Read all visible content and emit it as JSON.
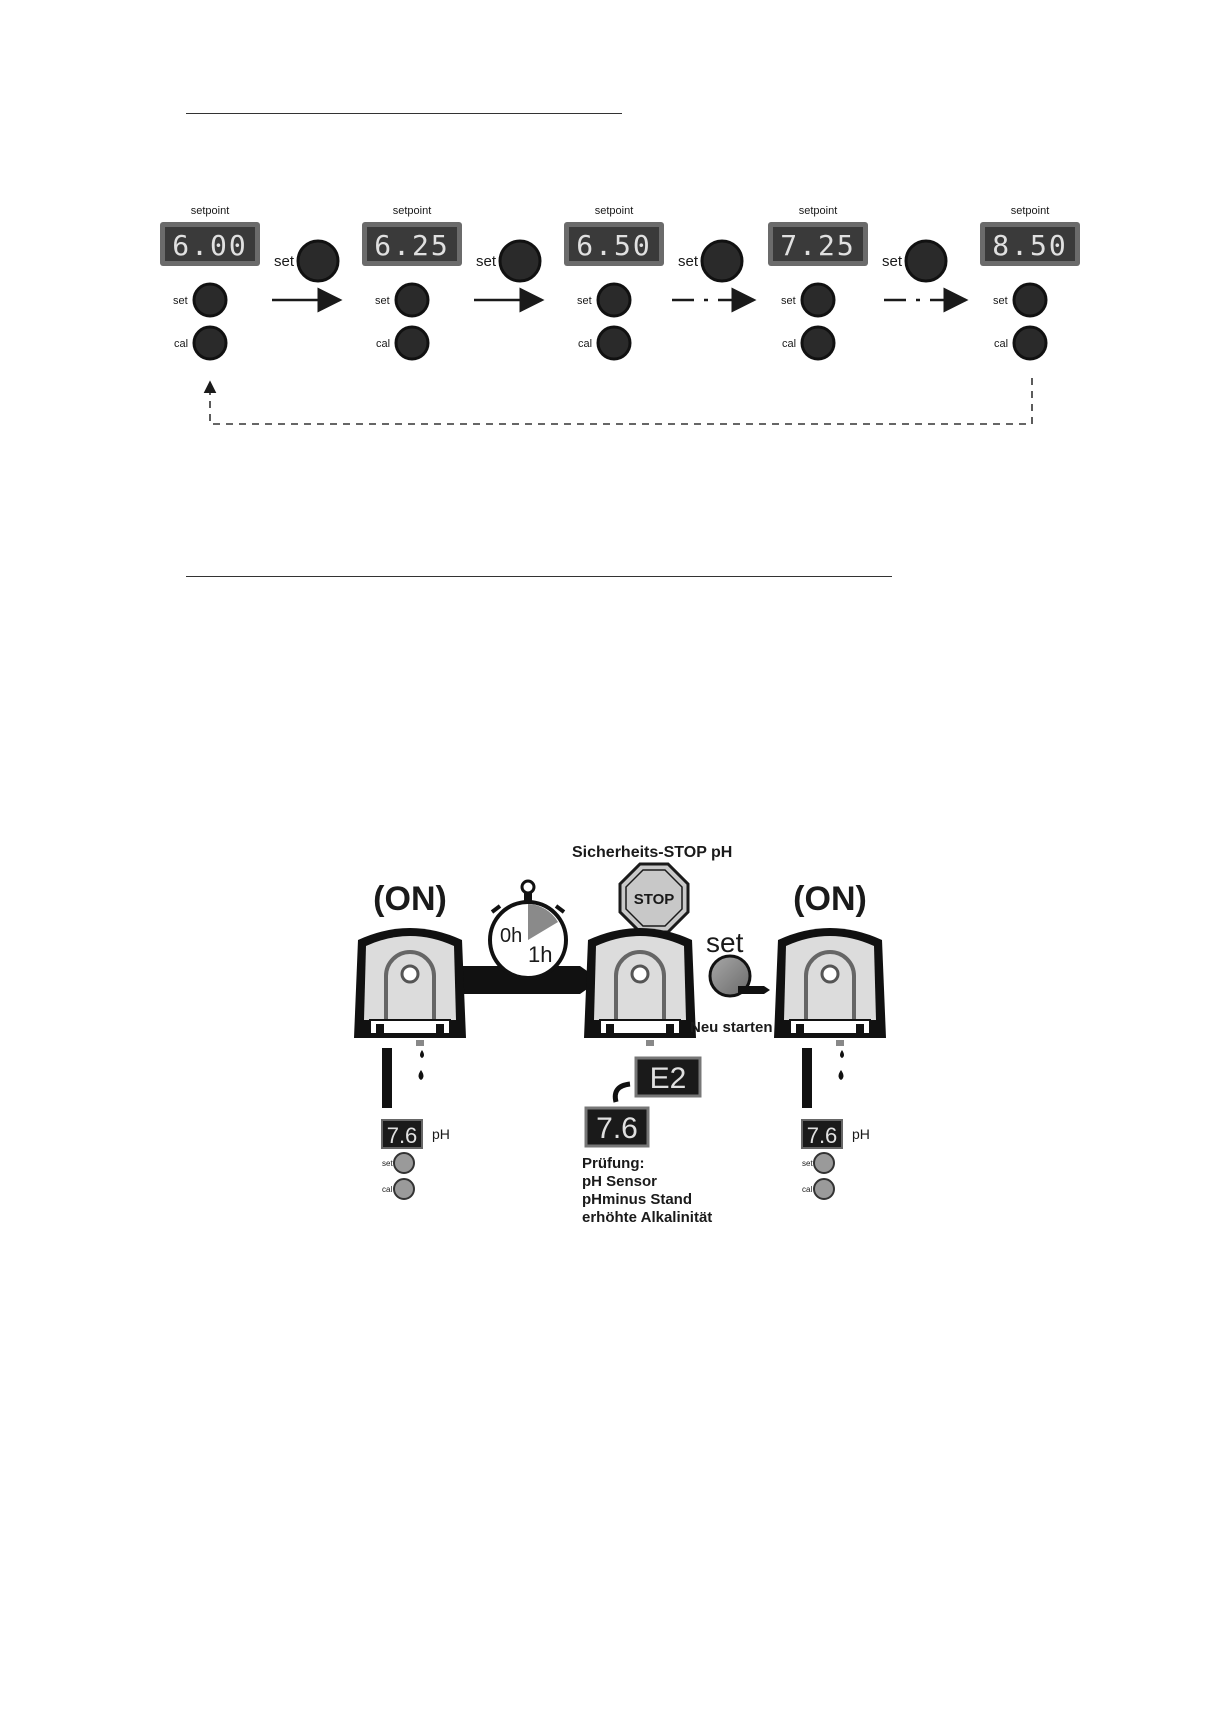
{
  "colors": {
    "ink": "#1a1a1a",
    "lcd_frame": "#6b6b6b",
    "lcd_face": "#3a3a3a",
    "segment": "#e0e0e0",
    "pump_body": "#dcdcdc",
    "stop_sign": "#c8c8c8",
    "grey_button": "#8a8a8a"
  },
  "setpoint_sequence": {
    "stages": [
      {
        "label": "setpoint",
        "display": "6.00",
        "set_label": "set",
        "cal_label": "cal"
      },
      {
        "label": "setpoint",
        "display": "6.25",
        "set_label": "set",
        "cal_label": "cal"
      },
      {
        "label": "setpoint",
        "display": "6.50",
        "set_label": "set",
        "cal_label": "cal"
      },
      {
        "label": "setpoint",
        "display": "7.25",
        "set_label": "set",
        "cal_label": "cal"
      },
      {
        "label": "setpoint",
        "display": "8.50",
        "set_label": "set",
        "cal_label": "cal"
      }
    ],
    "step_button_label": "set",
    "connectors": [
      "solid-arrow",
      "solid-arrow",
      "dash-dot-arrow",
      "dash-dot-arrow"
    ],
    "return_path": "dashed-loop-to-first"
  },
  "safety_stop": {
    "title": "Sicherheits-STOP pH",
    "stop_sign_text": "STOP",
    "on_label_left": "(ON)",
    "on_label_right": "(ON)",
    "timer": {
      "start": "0h",
      "end": "1h"
    },
    "restart_button_label": "set",
    "restart_text": "Neu starten",
    "error_code": "E2",
    "ph_value_left": "7.6",
    "ph_value_center": "7.6",
    "ph_value_right": "7.6",
    "ph_unit": "pH",
    "set_label": "set",
    "cal_label": "cal",
    "check_lines": [
      "Prüfung:",
      "pH Sensor",
      "pHminus Stand",
      "erhöhte Alkalinität"
    ]
  }
}
